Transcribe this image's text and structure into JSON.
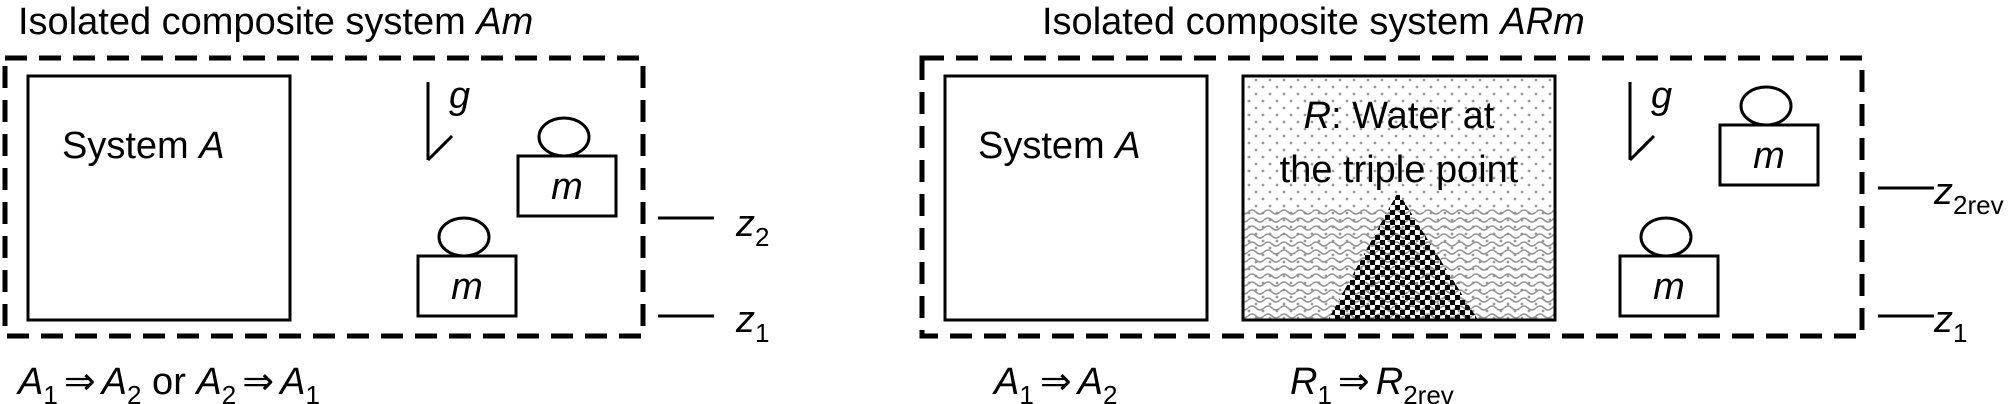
{
  "left_panel": {
    "title": "Isolated composite system ",
    "title_italic": "Am",
    "system_label": "System ",
    "system_label_italic": "A",
    "gravity": "g",
    "mass_upper": "m",
    "mass_lower": "m",
    "level_upper": {
      "var": "z",
      "sub": "2"
    },
    "level_lower": {
      "var": "z",
      "sub": "1"
    },
    "process": {
      "a1": "A",
      "a1_sub": "1",
      "arrow": "⇒",
      "a2": "A",
      "a2_sub": "2",
      "or": " or ",
      "b1": "A",
      "b1_sub": "2",
      "arrow2": "⇒",
      "b2": "A",
      "b2_sub": "1"
    }
  },
  "right_panel": {
    "title": "Isolated composite system ",
    "title_italic": "ARm",
    "system_label": "System ",
    "system_label_italic": "A",
    "reservoir_letter": "R",
    "reservoir_line1": ": Water at",
    "reservoir_line2": "the triple point",
    "gravity": "g",
    "mass_upper": "m",
    "mass_lower": "m",
    "level_upper": {
      "var": "z",
      "sub": "2rev"
    },
    "level_lower": {
      "var": "z",
      "sub": "1"
    },
    "process_a": {
      "a1": "A",
      "a1_sub": "1",
      "arrow": "⇒",
      "a2": "A",
      "a2_sub": "2"
    },
    "process_r": {
      "r1": "R",
      "r1_sub": "1",
      "arrow": "⇒",
      "r2": "R",
      "r2_sub": "2rev"
    }
  }
}
